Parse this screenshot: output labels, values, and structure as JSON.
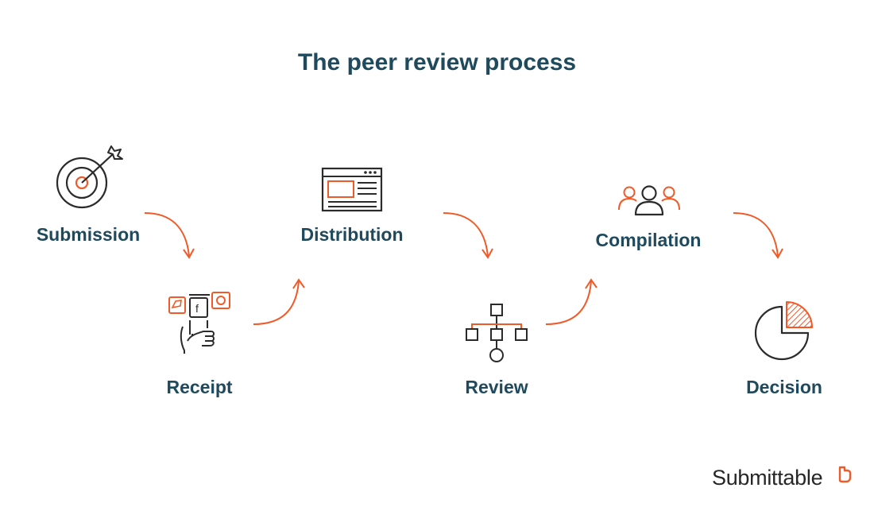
{
  "title": "The peer review process",
  "steps": [
    {
      "label": "Submission",
      "icon": "target-icon"
    },
    {
      "label": "Receipt",
      "icon": "phone-social-icon"
    },
    {
      "label": "Distribution",
      "icon": "browser-window-icon"
    },
    {
      "label": "Review",
      "icon": "flowchart-icon"
    },
    {
      "label": "Compilation",
      "icon": "people-group-icon"
    },
    {
      "label": "Decision",
      "icon": "pie-chart-icon"
    }
  ],
  "brand": {
    "name": "Submittable",
    "icon": "submittable-logo-icon"
  },
  "colors": {
    "accent": "#f05a28",
    "heading": "#1f4a5e",
    "icon_stroke": "#2b2b2b"
  }
}
